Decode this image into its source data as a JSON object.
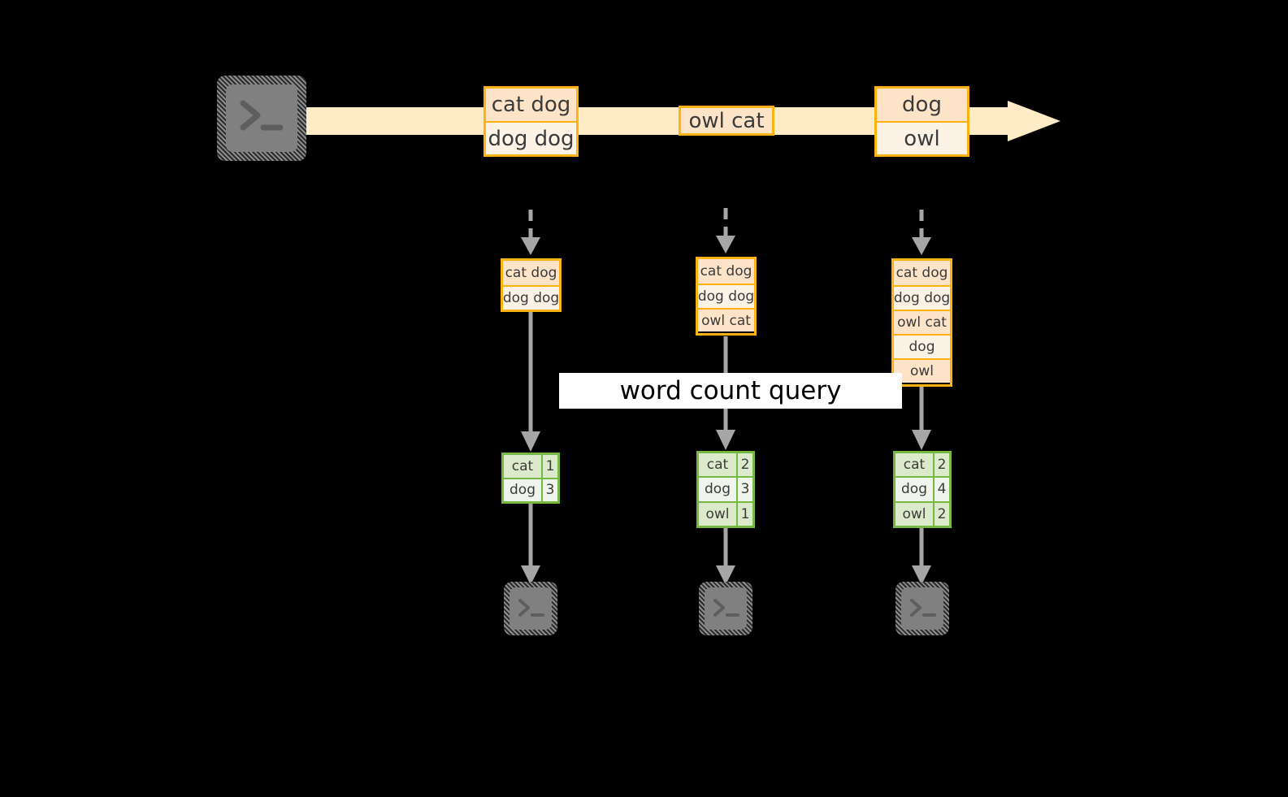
{
  "diagram": {
    "title_label": "word count query",
    "colors": {
      "background": "#000000",
      "stream_border": "#FFB310",
      "stream_fill_dark": "#FDE4C8",
      "stream_fill_light": "#FDF2E6",
      "stream_band": "#FFECC7",
      "table_border": "#77B843",
      "table_fill_dark": "#DCEACC",
      "table_fill_light": "#EFF5EA",
      "arrow_gray": "#A6A6A6",
      "terminal_fill": "#808080",
      "label_bg": "#FFFFFF"
    }
  },
  "source_terminal": {
    "icon": "terminal-prompt-icon",
    "prompt": ">_"
  },
  "stream": {
    "arrow_icon": "stream-arrow-right-icon",
    "events": [
      {
        "id": "event-1",
        "lines": [
          {
            "text": "cat dog",
            "shade": "dark"
          },
          {
            "text": "dog dog",
            "shade": "light"
          }
        ]
      },
      {
        "id": "event-2",
        "lines": [
          {
            "text": "owl cat",
            "shade": "dark"
          }
        ]
      },
      {
        "id": "event-3",
        "lines": [
          {
            "text": "dog",
            "shade": "dark"
          },
          {
            "text": "owl",
            "shade": "light"
          }
        ]
      }
    ]
  },
  "snapshots": [
    {
      "id": "snapshot-1",
      "input_arrow": "dashed-down-arrow-icon",
      "rows": [
        {
          "text": "cat dog",
          "shade": "dark"
        },
        {
          "text": "dog dog",
          "shade": "light"
        }
      ],
      "query_arrow": "solid-down-arrow-icon",
      "result": {
        "rows": [
          {
            "key": "cat",
            "value": "1",
            "shade": "dark"
          },
          {
            "key": "dog",
            "value": "3",
            "shade": "light"
          }
        ]
      },
      "output_arrow": "solid-down-arrow-icon",
      "output_terminal": {
        "icon": "terminal-prompt-icon",
        "prompt": ">_"
      }
    },
    {
      "id": "snapshot-2",
      "input_arrow": "dashed-down-arrow-icon",
      "rows": [
        {
          "text": "cat dog",
          "shade": "dark"
        },
        {
          "text": "dog dog",
          "shade": "light"
        },
        {
          "text": "owl cat",
          "shade": "dark"
        }
      ],
      "query_arrow": "solid-down-arrow-icon",
      "result": {
        "rows": [
          {
            "key": "cat",
            "value": "2",
            "shade": "dark"
          },
          {
            "key": "dog",
            "value": "3",
            "shade": "light"
          },
          {
            "key": "owl",
            "value": "1",
            "shade": "dark"
          }
        ]
      },
      "output_arrow": "solid-down-arrow-icon",
      "output_terminal": {
        "icon": "terminal-prompt-icon",
        "prompt": ">_"
      }
    },
    {
      "id": "snapshot-3",
      "input_arrow": "dashed-down-arrow-icon",
      "rows": [
        {
          "text": "cat dog",
          "shade": "dark"
        },
        {
          "text": "dog dog",
          "shade": "light"
        },
        {
          "text": "owl cat",
          "shade": "dark"
        },
        {
          "text": "dog",
          "shade": "light"
        },
        {
          "text": "owl",
          "shade": "dark"
        }
      ],
      "query_arrow": "solid-down-arrow-icon",
      "result": {
        "rows": [
          {
            "key": "cat",
            "value": "2",
            "shade": "dark"
          },
          {
            "key": "dog",
            "value": "4",
            "shade": "light"
          },
          {
            "key": "owl",
            "value": "2",
            "shade": "dark"
          }
        ]
      },
      "output_arrow": "solid-down-arrow-icon",
      "output_terminal": {
        "icon": "terminal-prompt-icon",
        "prompt": ">_"
      }
    }
  ]
}
